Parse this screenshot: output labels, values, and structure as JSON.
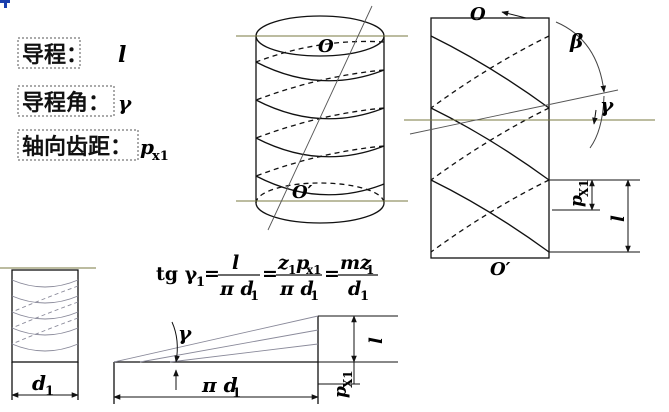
{
  "labels": {
    "lead_cn": "导程：",
    "lead_sym": "l",
    "lead_angle_cn": "导程角：",
    "lead_angle_sym": "γ",
    "axial_pitch_cn": "轴向齿距：",
    "axial_pitch_sym": "p",
    "axial_pitch_sub": "x1"
  },
  "cylinder_view": {
    "top_point": "O",
    "bottom_point": "O′"
  },
  "unrolled_view": {
    "top_point": "O",
    "bottom_point": "O′",
    "angle_beta": "β",
    "angle_gamma": "γ",
    "pitch_label": "p",
    "pitch_sub": "X1",
    "lead_label": "l"
  },
  "formula": {
    "lhs": "tg γ",
    "lhs_sub": "1",
    "eq": "=",
    "f1_num": "l",
    "f1_den": "π d",
    "f1_den_sub": "1",
    "f2_num": "z",
    "f2_num_sub": "1",
    "f2_num_p": "p",
    "f2_num_p_sub": "x1",
    "f2_den": "π d",
    "f2_den_sub": "1",
    "f3_num": "mz",
    "f3_num_sub": "1",
    "f3_den": "d",
    "f3_den_sub": "1"
  },
  "small_cylinder": {
    "diameter": "d",
    "diameter_sub": "1"
  },
  "triangle": {
    "angle": "γ",
    "base": "π d",
    "base_sub": "1",
    "lead": "l",
    "pitch": "p",
    "pitch_sub": "X1"
  }
}
